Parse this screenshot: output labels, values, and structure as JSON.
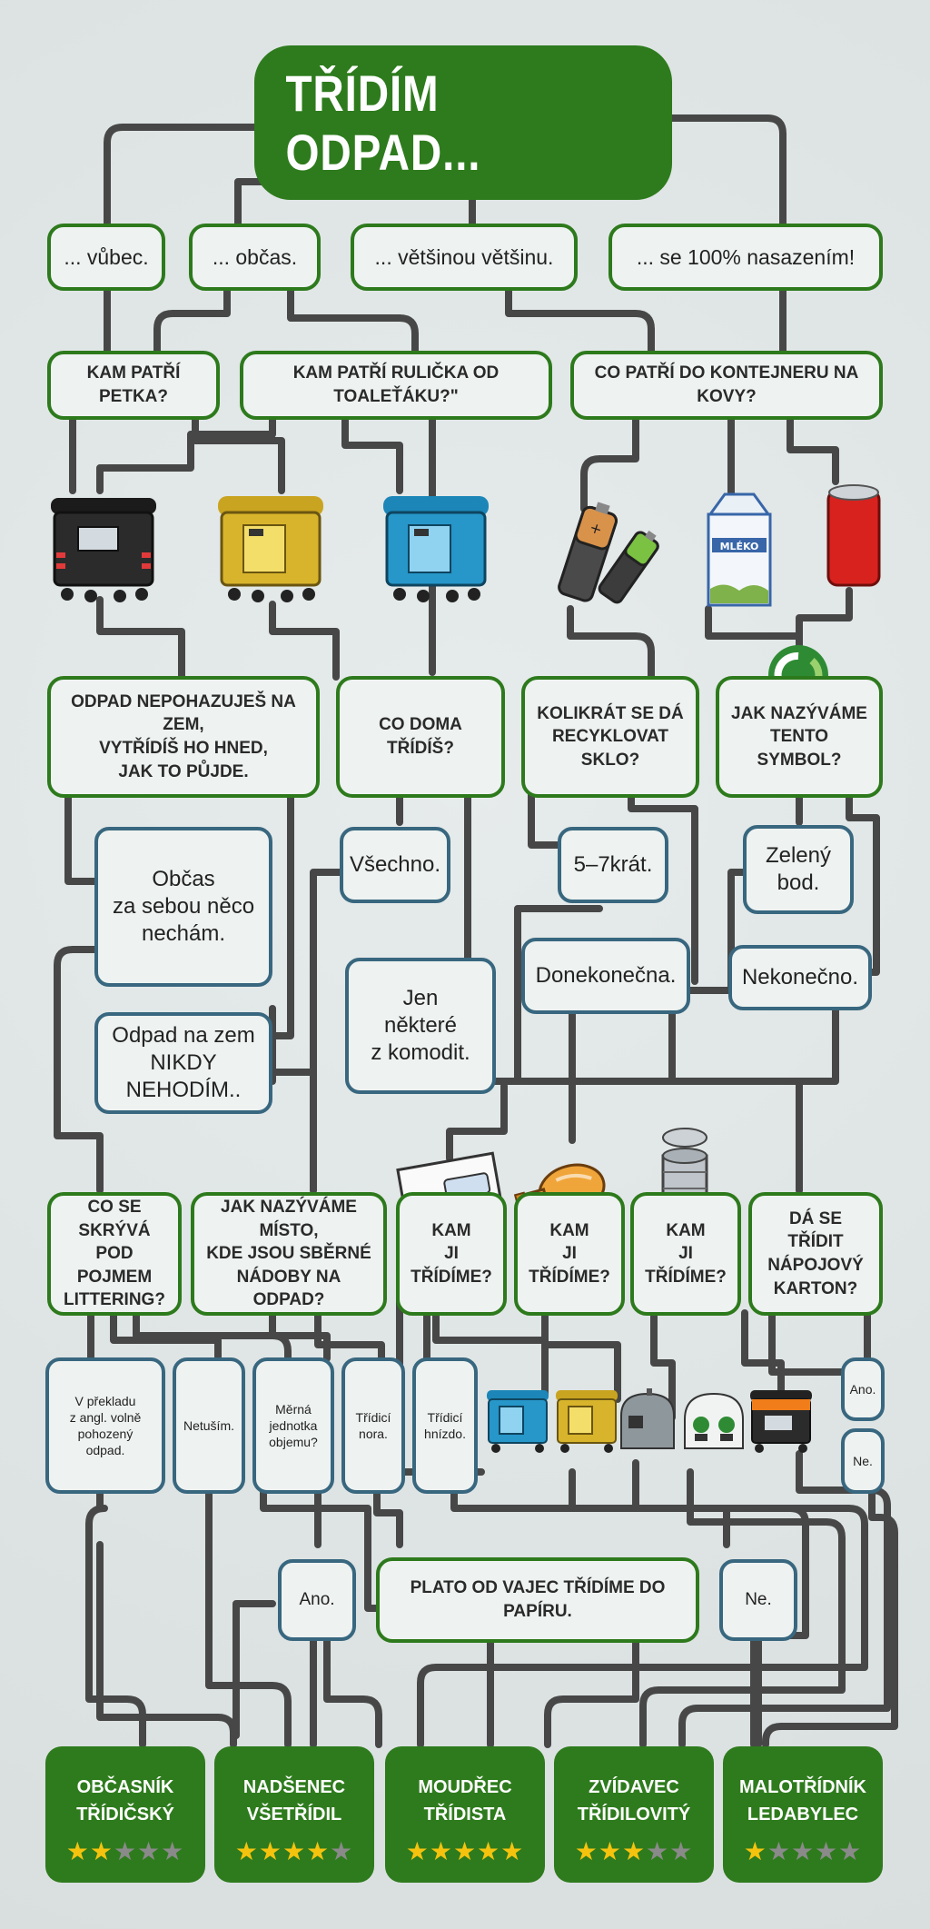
{
  "title": "TŘÍDÍM ODPAD...",
  "frequency": [
    "... vůbec.",
    "... občas.",
    "... většinou většinu.",
    "... se 100% nasazením!"
  ],
  "q_row1": [
    "KAM PATŘÍ PETKA?",
    "KAM PATŘÍ RULIČKA OD TOALEŤÁKU?\"",
    "CO PATŘÍ DO KONTEJNERU NA KOVY?"
  ],
  "milk_label": "MLÉKO",
  "q_row2": [
    "ODPAD NEPOHAZUJEŠ NA ZEM,\nVYTŘÍDÍŠ HO HNED,\nJAK TO PŮJDE.",
    "CO DOMA TŘÍDÍŠ?",
    "KOLIKRÁT SE DÁ\nRECYKLOVAT SKLO?",
    "JAK NAZÝVÁME\nTENTO SYMBOL?"
  ],
  "a_row2": {
    "litter_a1": "Občas\nza sebou něco\nnechám.",
    "litter_a2": "Odpad na zem\nNIKDY\nNEHODÍM..",
    "home_a1": "Všechno.",
    "home_a2": "Jen\nněkteré\nz komodit.",
    "glass_a1": "5–7krát.",
    "glass_a2": "Donekonečna.",
    "symbol_a1": "Zelený\nbod.",
    "symbol_a2": "Nekonečno."
  },
  "q_row3": [
    "CO SE SKRÝVÁ\nPOD POJMEM\nLITTERING?",
    "JAK NAZÝVÁME MÍSTO,\nKDE JSOU SBĚRNÉ\nNÁDOBY NA ODPAD?",
    "KAM\nJI TŘÍDÍME?",
    "KAM\nJI TŘÍDÍME?",
    "KAM\nJI TŘÍDÍME?",
    "DÁ SE TŘÍDIT\nNÁPOJOVÝ\nKARTON?"
  ],
  "a_row3": [
    "V překladu\nz angl. volně\npohozený\nodpad.",
    "Netuším.",
    "Měrná\njednotka\nobjemu?",
    "Třídicí\nnora.",
    "Třídicí\nhnízdo."
  ],
  "carton_answers": [
    "Ano.",
    "Ne."
  ],
  "egg_question": "PLATO OD VAJEC TŘÍDÍME DO PAPÍRU.",
  "egg_answers": [
    "Ano.",
    "Ne."
  ],
  "results": [
    {
      "name": "OBČASNÍK\nTŘÍDIČSKÝ",
      "stars": 2
    },
    {
      "name": "NADŠENEC\nVŠETŘÍDIL",
      "stars": 4
    },
    {
      "name": "MOUDŘEC\nTŘÍDISTA",
      "stars": 5
    },
    {
      "name": "ZVÍDAVEC\nTŘÍDILOVITÝ",
      "stars": 3
    },
    {
      "name": "MALOTŘÍDNÍK\nLEDABYLEC",
      "stars": 1
    }
  ],
  "max_stars": 5,
  "colors": {
    "green": "#2e7b1d",
    "blue_border": "#38677f",
    "line": "#454545",
    "star_on": "#f5c30e",
    "star_off": "#8a8a8a"
  }
}
